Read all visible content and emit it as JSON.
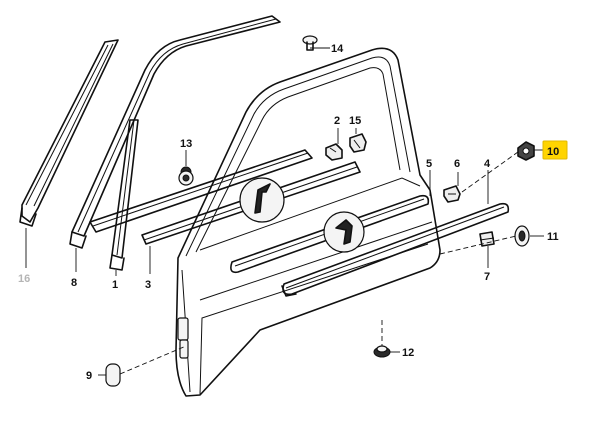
{
  "diagram": {
    "callouts": {
      "c1": "1",
      "c2": "2",
      "c3": "3",
      "c4": "4",
      "c5": "5",
      "c6": "6",
      "c7": "7",
      "c8": "8",
      "c9": "9",
      "c10": "10",
      "c11": "11",
      "c12": "12",
      "c13": "13",
      "c14": "14",
      "c15": "15",
      "c16": "16"
    },
    "highlighted_callout": "10",
    "colors": {
      "highlight": "#ffd400",
      "line": "#111111",
      "dimmed_label": "#b5b5b5"
    }
  }
}
